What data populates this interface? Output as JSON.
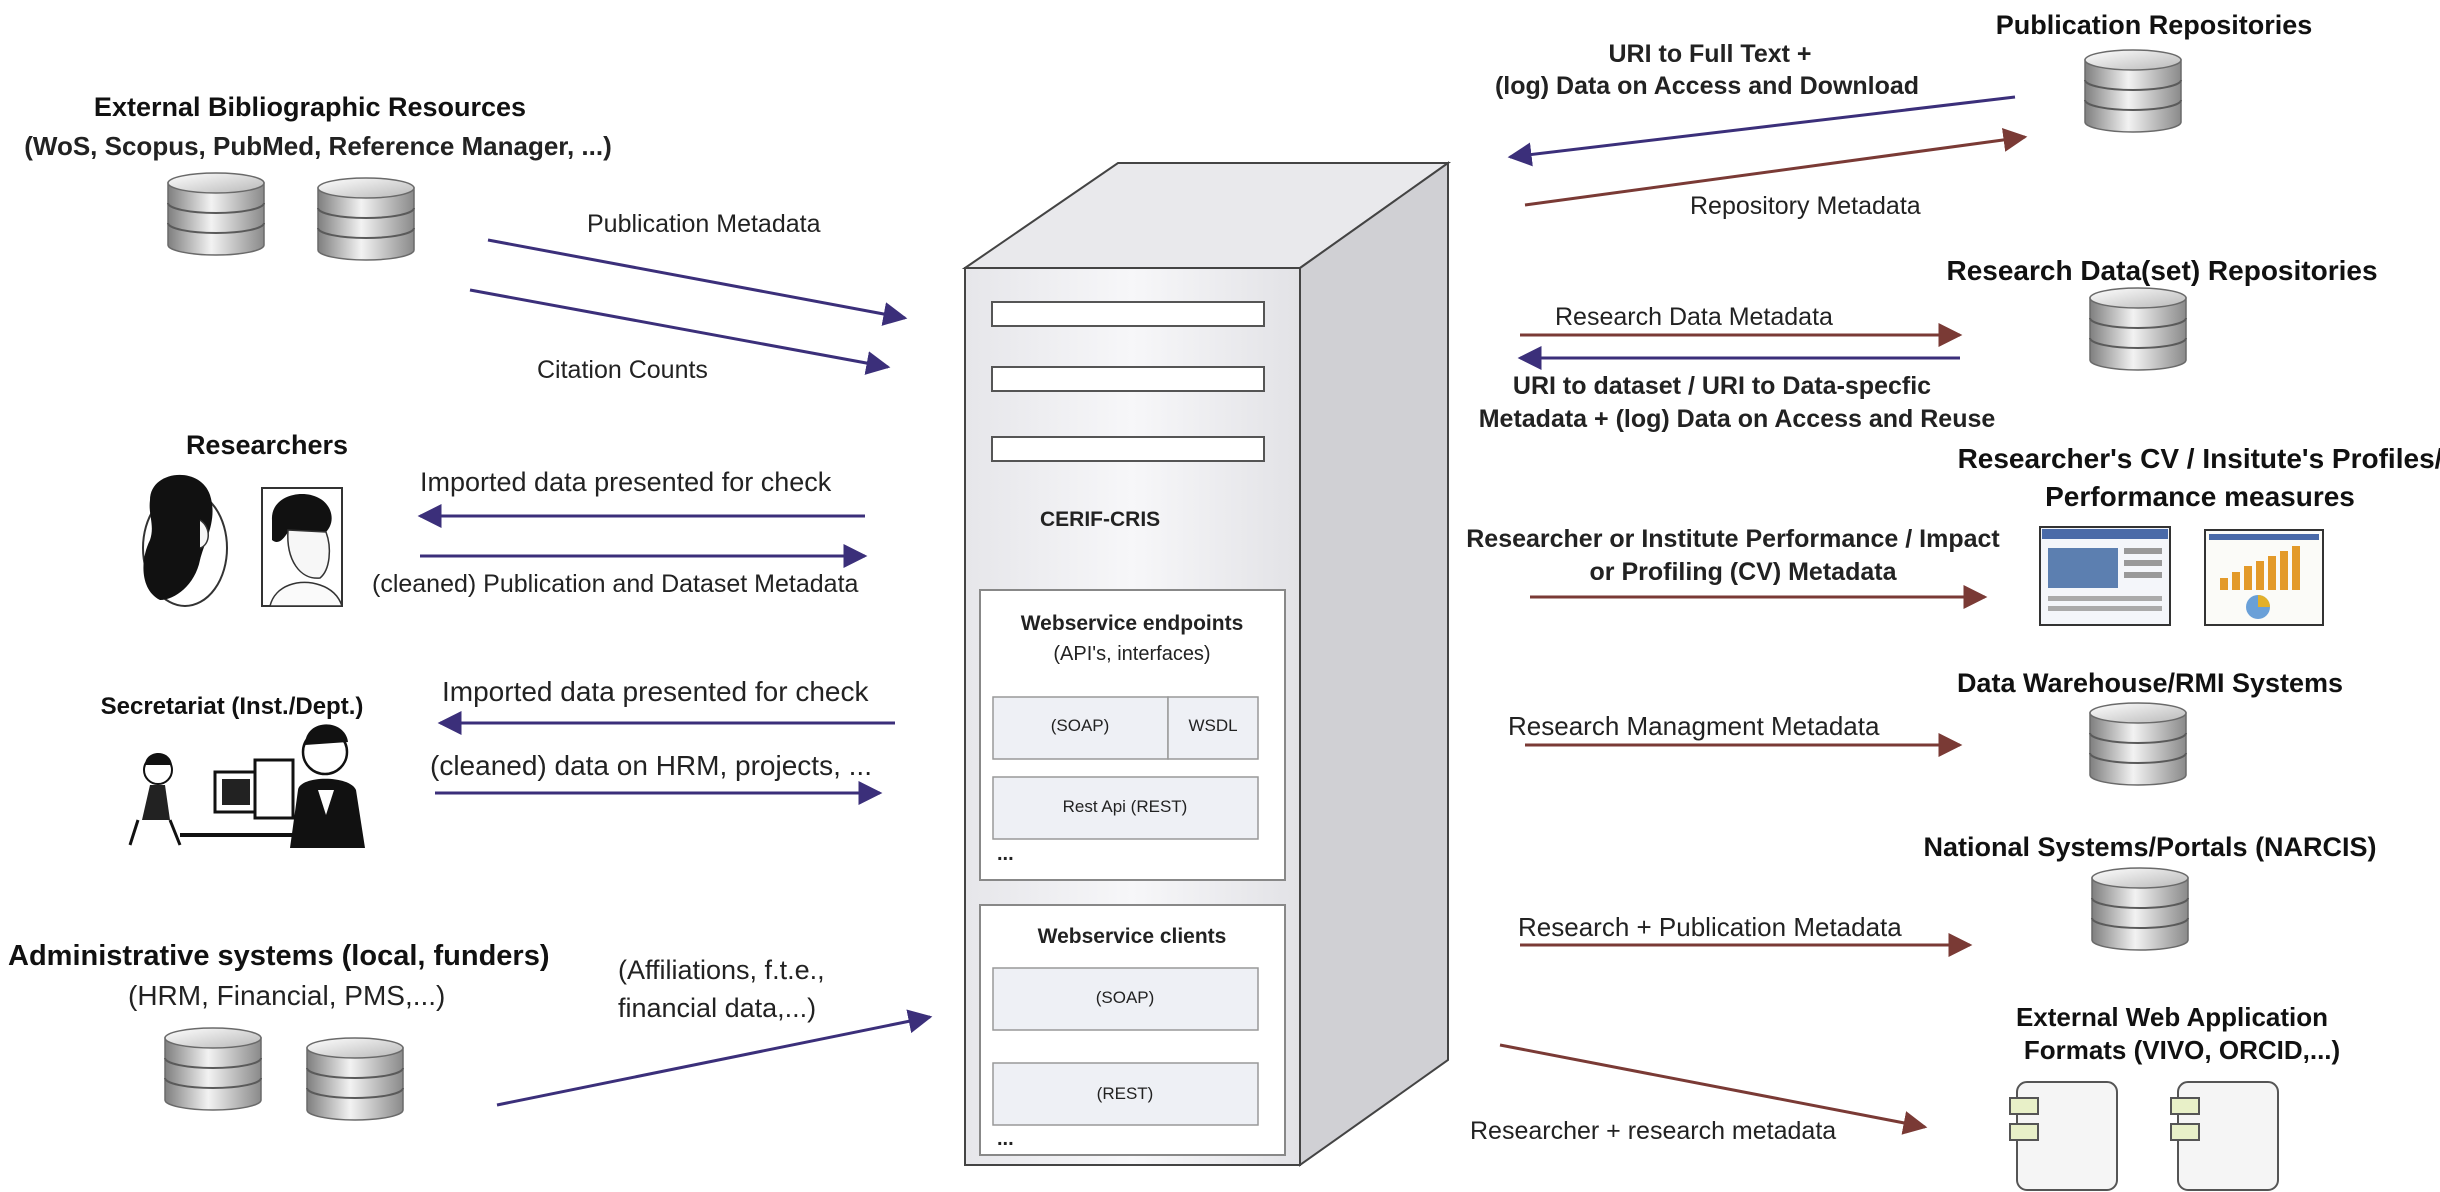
{
  "left": {
    "external": {
      "title": "External Bibliographic Resources",
      "subtitle": "(WoS, Scopus, PubMed, Reference Manager, ...)"
    },
    "researchers": {
      "title": "Researchers"
    },
    "secretariat": {
      "title": "Secretariat (Inst./Dept.)"
    },
    "admin": {
      "title": "Administrative systems (local, funders)",
      "subtitle": "(HRM, Financial, PMS,...)"
    }
  },
  "flows_left": {
    "pub_metadata": "Publication Metadata",
    "citation_counts": "Citation Counts",
    "imported_check_1": "Imported data presented for check",
    "cleaned_pub": "(cleaned) Publication and Dataset Metadata",
    "imported_check_2": "Imported data presented for check",
    "cleaned_hrm": "(cleaned) data on HRM, projects, ...",
    "affiliations_1": "(Affiliations, f.t.e.,",
    "affiliations_2": "financial data,...)"
  },
  "server": {
    "name": "CERIF-CRIS",
    "endpoints_title": "Webservice endpoints",
    "endpoints_sub": "(API's, interfaces)",
    "soap": "(SOAP)",
    "wsdl": "WSDL",
    "rest_api": "Rest Api (REST)",
    "ellipsis_1": "...",
    "clients_title": "Webservice clients",
    "client_soap": "(SOAP)",
    "client_rest": "(REST)",
    "ellipsis_2": "..."
  },
  "right": {
    "pub_repos": "Publication Repositories",
    "research_data_repos": "Research Data(set) Repositories",
    "cv_1": "Researcher's CV / Insitute's Profiles/",
    "cv_2": "Performance measures",
    "dwh": "Data Warehouse/RMI Systems",
    "national": "National Systems/Portals (NARCIS)",
    "external_web_1": "External Web Application",
    "external_web_2": "Formats (VIVO, ORCID,...)"
  },
  "flows_right": {
    "uri_full_1": "URI to Full Text +",
    "uri_full_2": "(log) Data on Access and Download",
    "repo_metadata": "Repository Metadata",
    "research_data_metadata": "Research Data Metadata",
    "uri_dataset_1": "URI to dataset / URI to Data-specfic",
    "uri_dataset_2": "Metadata + (log) Data on Access and Reuse",
    "perf_1": "Researcher or Institute Performance / Impact",
    "perf_2": "or Profiling (CV) Metadata",
    "rmi": "Research Managment Metadata",
    "research_pub": "Research + Publication Metadata",
    "researcher_research": "Researcher + research metadata"
  },
  "colors": {
    "arrow_blue": "#3b2f7a",
    "arrow_brown": "#7a3a35",
    "db_light": "#e8e8e8",
    "db_dark": "#8a8a8a",
    "server_front": "#f0f0f2",
    "server_side": "#d4d4d8"
  },
  "icons": [
    "database-icon",
    "person-icon",
    "office-worker-icon",
    "web-page-thumbnail",
    "bar-chart-thumbnail",
    "component-icon"
  ]
}
